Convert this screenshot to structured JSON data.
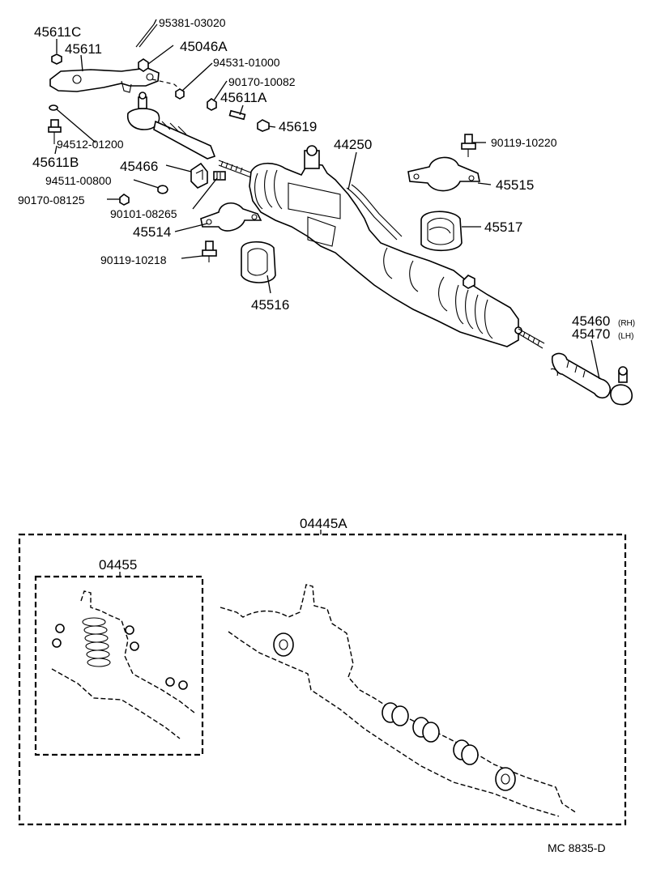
{
  "parts": {
    "p45611C": "45611C",
    "p45611": "45611",
    "p95381": "95381-03020",
    "p45046A": "45046A",
    "p94531": "94531-01000",
    "p90170_10082": "90170-10082",
    "p45611A": "45611A",
    "p45619": "45619",
    "p94512": "94512-01200",
    "p45611B": "45611B",
    "p45466": "45466",
    "p94511": "94511-00800",
    "p90170_08125": "90170-08125",
    "p90101": "90101-08265",
    "p45514": "45514",
    "p90119_10218": "90119-10218",
    "p45516": "45516",
    "p44250": "44250",
    "p90119_10220": "90119-10220",
    "p45515": "45515",
    "p45517": "45517",
    "p45460": "45460",
    "rh": "(RH)",
    "p45470": "45470",
    "lh": "(LH)",
    "p04445A": "04445A",
    "p04455": "04455"
  },
  "footer": {
    "code": "MC  8835-D"
  }
}
